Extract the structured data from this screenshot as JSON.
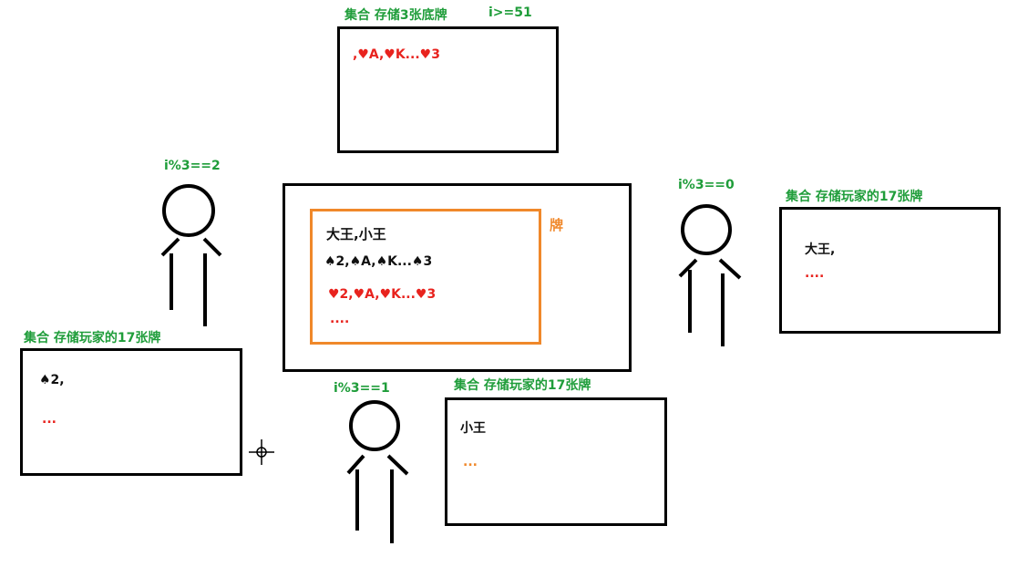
{
  "deck": {
    "label": "牌",
    "line1": "大王,小王",
    "line2": "♠2,♠A,♠K...♠3",
    "line3": "♥2,♥A,♥K...♥3",
    "line4": "...."
  },
  "bottom_cards": {
    "title": "集合 存储3张底牌",
    "condition": "i>=51",
    "content": ",♥A,♥K...♥3"
  },
  "player_right": {
    "condition": "i%3==0",
    "title": "集合 存储玩家的17张牌",
    "line1": "大王,",
    "line2": "...."
  },
  "player_left": {
    "condition": "i%3==2",
    "title": "集合 存储玩家的17张牌",
    "line1": "♠2,",
    "line2": "..."
  },
  "player_bottom": {
    "condition": "i%3==1",
    "title": "集合 存储玩家的17张牌",
    "line1": "小王",
    "line2": "..."
  }
}
